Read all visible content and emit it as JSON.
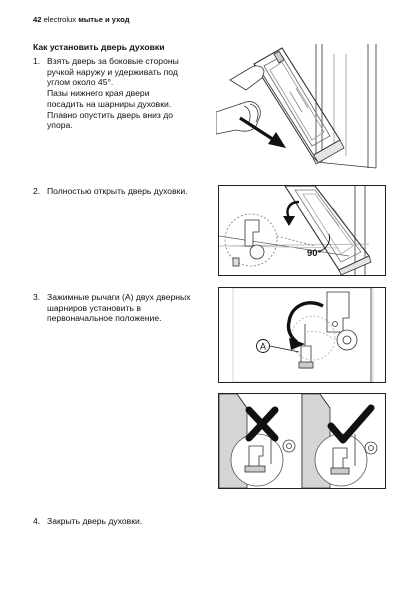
{
  "header": {
    "page_number": "42",
    "brand": "electrolux",
    "section": "мытье и уход"
  },
  "title": "Как установить дверь духовки",
  "steps": [
    {
      "number": "1.",
      "lines": [
        "Взять дверь за боковые стороны",
        "ручкой наружу и удерживать под",
        "углом около 45°.",
        "Пазы нижнего края двери",
        "посадить на шарниры духовки.",
        "Плавно опустить дверь вниз до",
        "упора."
      ]
    },
    {
      "number": "2.",
      "lines": [
        "Полностью открыть дверь духовки."
      ]
    },
    {
      "number": "3.",
      "lines": [
        "Зажимные рычаги (A) двух дверных",
        "шарниров установить в",
        "первоначальное положение."
      ]
    },
    {
      "number": "4.",
      "lines": [
        "Закрыть дверь духовки."
      ]
    }
  ],
  "figures": {
    "angle_label": "90°",
    "lever_label": "A"
  },
  "colors": {
    "line": "#222222",
    "gray": "#888888",
    "shade": "#d9d9d9",
    "dark": "#111111"
  }
}
